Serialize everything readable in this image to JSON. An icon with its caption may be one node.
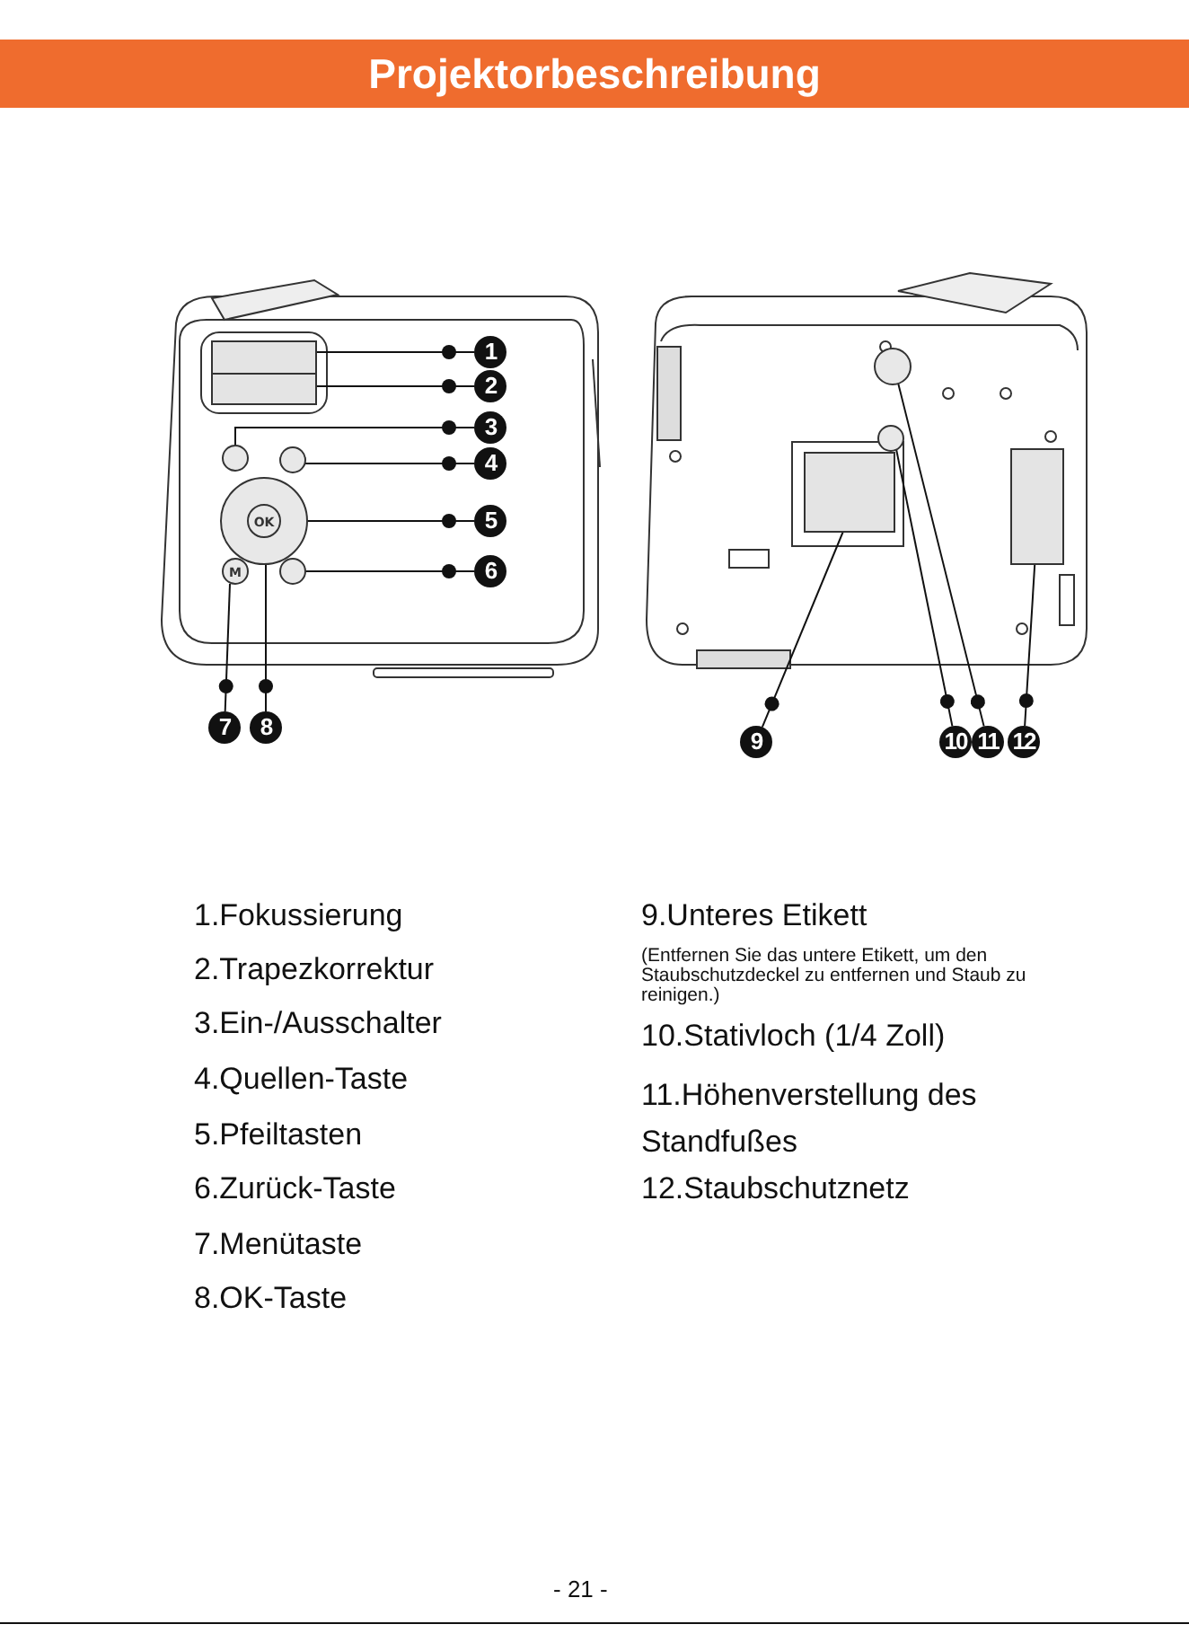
{
  "diagram": {
    "title": "Projektorbeschreibung",
    "nodes": [
      {
        "text": [
          "1"
        ]
      },
      {
        "text": [
          "2"
        ]
      },
      {
        "text": [
          "3"
        ]
      },
      {
        "text": [
          "4"
        ]
      },
      {
        "text": [
          "5"
        ]
      },
      {
        "text": [
          "6"
        ]
      },
      {
        "text": [
          "7"
        ]
      },
      {
        "text": [
          "8"
        ]
      },
      {
        "text": [
          "9"
        ]
      },
      {
        "text": [
          "10"
        ]
      },
      {
        "text": [
          "11"
        ]
      },
      {
        "text": [
          "12"
        ]
      },
      {
        "text": [],
        "shape": "box"
      },
      {
        "text": [],
        "shape": "box"
      },
      {
        "text": [],
        "shape": "circle"
      },
      {
        "text": [],
        "shape": "circle"
      },
      {
        "text": [],
        "shape": "circle"
      },
      {
        "text": [],
        "shape": "circle"
      },
      {
        "text": [
          "M"
        ]
      },
      {
        "text": [
          "OK"
        ],
        "in": 16
      },
      {
        "text": [],
        "shape": "box"
      },
      {
        "text": [],
        "shape": "circle"
      },
      {
        "text": [],
        "shape": "circle"
      },
      {
        "text": [],
        "shape": "box"
      }
    ],
    "edges": [
      {
        "from": 0,
        "to": 12,
        "arrow": "other"
      },
      {
        "from": 1,
        "to": 13,
        "arrow": "other"
      },
      {
        "from": 2,
        "to": 14,
        "arrow": "other"
      },
      {
        "from": 3,
        "to": 15,
        "arrow": "other"
      },
      {
        "from": 4,
        "to": 16,
        "arrow": "other"
      },
      {
        "from": 5,
        "to": 17,
        "arrow": "other"
      },
      {
        "from": 6,
        "to": 18,
        "arrow": "other"
      },
      {
        "from": 7,
        "to": 19,
        "arrow": "other"
      },
      {
        "from": 8,
        "to": 20,
        "arrow": "other"
      },
      {
        "from": 9,
        "to": 21,
        "arrow": "other"
      },
      {
        "from": 10,
        "to": 22,
        "arrow": "other"
      },
      {
        "from": 11,
        "to": 23,
        "arrow": "other"
      }
    ],
    "labels": [
      "1.Fokussierung",
      "9.Unteres Etikett",
      "(Entfernen Sie das untere Etikett, um den Staubschutzdeckel zu entfernen und Staub zu reinigen.)",
      "2.Trapezkorrektur",
      "3.Ein-/Ausschalter",
      "10.Stativloch (1/4 Zoll)",
      "4.Quellen-Taste",
      "11.Höhenverstellung des Standfußes",
      "5.Pfeiltasten",
      "12.Staubschutznetz",
      "6.Zurück-Taste",
      "7.Menütaste",
      "8.OK-Taste",
      "- 21 -"
    ]
  }
}
